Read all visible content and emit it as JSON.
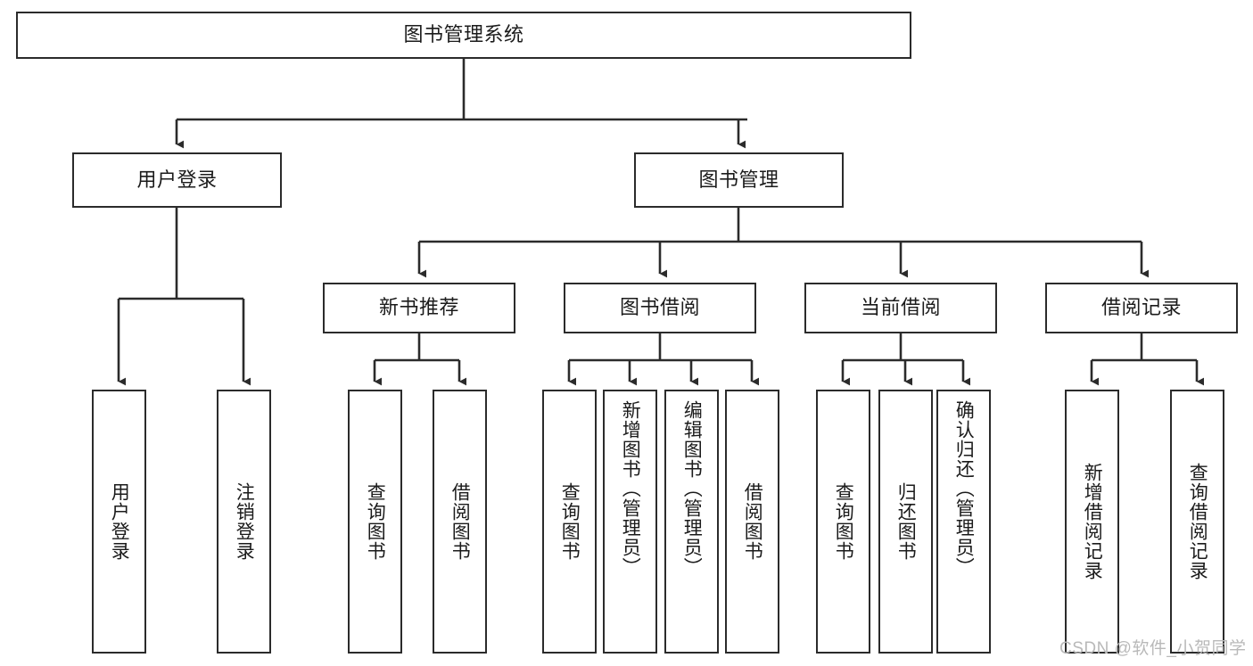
{
  "diagram": {
    "title": "图书管理系统",
    "type": "功能结构图",
    "watermark": "CSDN @软件_小贺同学",
    "colors": {
      "border": "#2b2b2b",
      "background": "#ffffff",
      "text": "#1b1b1b",
      "watermark": "#b9b9b9"
    },
    "levels": {
      "root": {
        "label": "图书管理系统"
      },
      "level2": [
        {
          "label": "用户登录"
        },
        {
          "label": "图书管理"
        }
      ],
      "level3": [
        {
          "label": "新书推荐"
        },
        {
          "label": "图书借阅"
        },
        {
          "label": "当前借阅"
        },
        {
          "label": "借阅记录"
        }
      ],
      "leaves": {
        "user_login": [
          {
            "label": "用户登录"
          },
          {
            "label": "注销登录"
          }
        ],
        "new_book_recommend": [
          {
            "label": "查询图书"
          },
          {
            "label": "借阅图书"
          }
        ],
        "book_borrow": [
          {
            "label": "查询图书"
          },
          {
            "label": "新增图书（管理员）"
          },
          {
            "label": "编辑图书（管理员）"
          },
          {
            "label": "借阅图书"
          }
        ],
        "current_borrow": [
          {
            "label": "查询图书"
          },
          {
            "label": "归还图书"
          },
          {
            "label": "确认归还（管理员）"
          }
        ],
        "borrow_record": [
          {
            "label": "新增借阅记录"
          },
          {
            "label": "查询借阅记录"
          }
        ]
      }
    }
  }
}
